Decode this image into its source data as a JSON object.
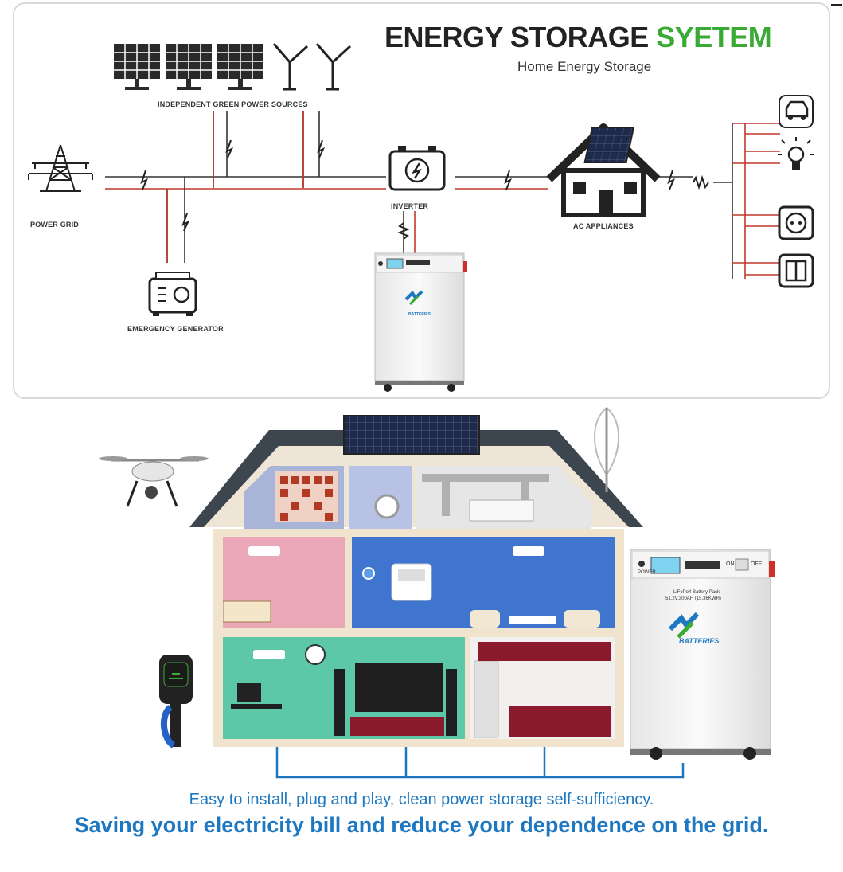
{
  "title": {
    "part1": "ENERGY STORAGE ",
    "part2": "SYETEM"
  },
  "subtitle": "Home Energy Storage",
  "labels": {
    "green_sources": "INDEPENDENT GREEN POWER SOURCES",
    "power_grid": "POWER GRID",
    "inverter": "INVERTER",
    "ac_appliances": "AC APPLIANCES",
    "generator": "EMERGENCY GENERATOR"
  },
  "battery": {
    "brand_mark": "JM",
    "brand_text": "BATTERIES",
    "power_label": "POWER",
    "on_label": "ON",
    "off_label": "OFF",
    "pack_line1": "LiFePo4 Battery Pack",
    "pack_line2": "51.2V,300AH (15.36KWH)"
  },
  "caption": {
    "line1": "Easy to install, plug and play, clean power storage self-sufficiency.",
    "line2": "Saving your electricity bill and reduce your dependence on the grid."
  },
  "icons": [
    "solar-panel-icon",
    "wind-turbine-icon",
    "power-tower-icon",
    "inverter-icon",
    "house-icon",
    "car-icon",
    "bulb-icon",
    "socket-icon",
    "switch-icon",
    "generator-icon",
    "battery-cabinet-icon",
    "drone-icon",
    "ev-charger-icon"
  ],
  "colors": {
    "title_green": "#3aaa35",
    "caption_blue": "#1d78c1",
    "wire_red": "#c0392b"
  }
}
